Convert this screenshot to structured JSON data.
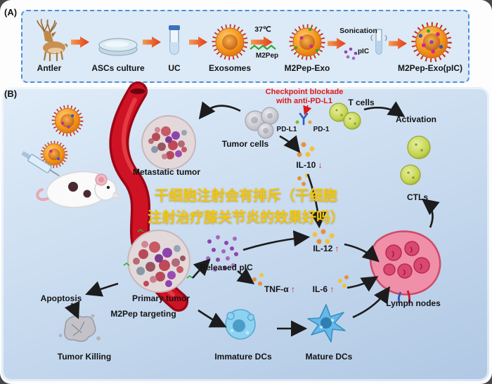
{
  "figure": {
    "panel_a_tag": "(A)",
    "panel_b_tag": "(B)"
  },
  "panelA": {
    "labels": {
      "antler": "Antler",
      "ascs_culture": "ASCs culture",
      "uc": "UC",
      "exosomes": "Exosomes",
      "m2pep_exo": "M2Pep-Exo",
      "m2pep_exo_pic": "M2Pep-Exo(pIC)"
    },
    "annotations": {
      "temperature": "37℃",
      "m2pep": "M2Pep",
      "sonication": "Sonication",
      "pic": "pIC"
    }
  },
  "panelB": {
    "checkpoint_line1": "Checkpoint blockade",
    "checkpoint_line2": "with anti-PD-L1",
    "t_cells": "T cells",
    "activation": "Activation",
    "tumor_cells": "Tumor cells",
    "pd_l1": "PD-L1",
    "pd_1": "PD-1",
    "il10": "IL-10",
    "ctls": "CTLs",
    "metastatic_tumor": "Metastatic tumor",
    "il12": "IL-12",
    "released_pic": "Released pIC",
    "tnf_alpha": "TNF-α",
    "il6": "IL-6",
    "lymph_nodes": "Lymph nodes",
    "apoptosis": "Apoptosis",
    "primary_tumor": "Primary tumor",
    "m2pep_targeting": "M2Pep targeting",
    "tumor_killing": "Tumor Killing",
    "immature_dcs": "Immature DCs",
    "mature_dcs": "Mature DCs",
    "arrow_up": "↑",
    "arrow_down": "↓"
  },
  "watermark": {
    "line1": "干细胞注射会有排斥（干细胞",
    "line2": "注射治疗膝关节炎的效果好吗）"
  },
  "colors": {
    "accent_red": "#e01818",
    "panel_bg": "#cfe0f0",
    "exosome_orange": "#f59a1e",
    "vessel_red": "#d01225",
    "pic_purple": "#8e44ad",
    "watermark_yellow": "#f4c60a"
  }
}
